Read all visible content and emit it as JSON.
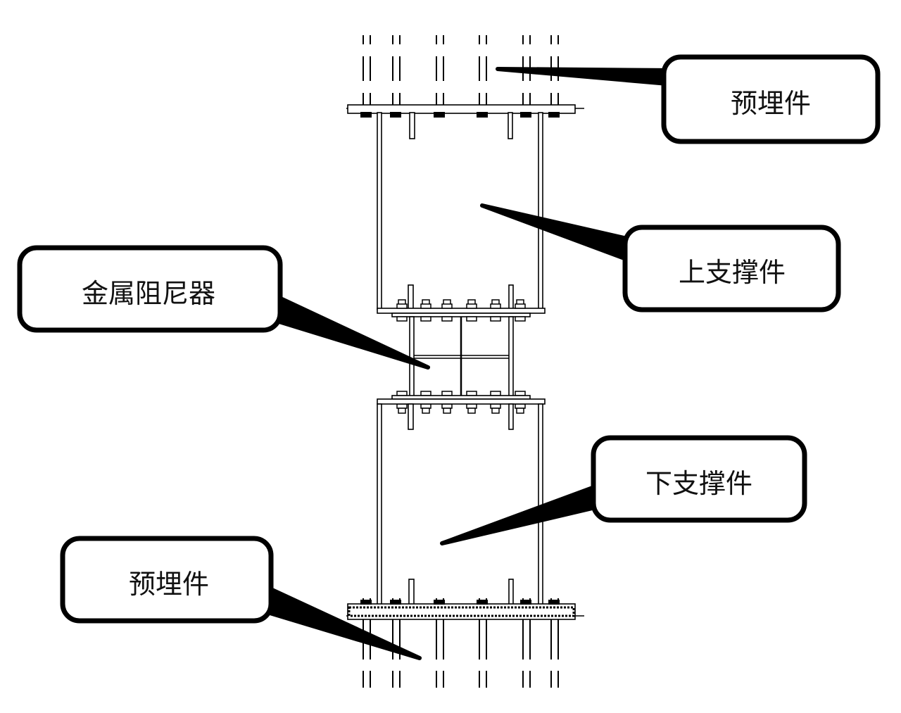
{
  "diagram": {
    "title": "",
    "labels": {
      "embedded_top": "预埋件",
      "upper_support": "上支撑件",
      "metal_damper": "金属阻尼器",
      "lower_support": "下支撑件",
      "embedded_bottom": "预埋件"
    },
    "colors": {
      "stroke": "#000000",
      "background": "#ffffff"
    }
  }
}
